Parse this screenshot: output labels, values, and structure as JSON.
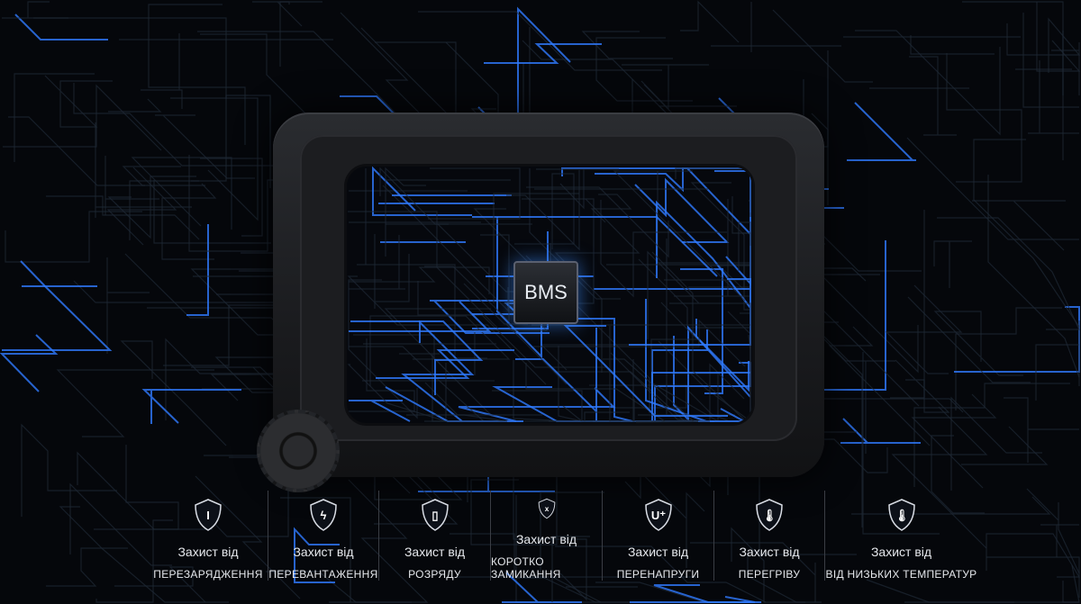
{
  "chip_label": "BMS",
  "features": [
    {
      "icon": "shield-overcharge-icon",
      "glyph": "I",
      "line1": "Захист від",
      "line2": "перезарядження"
    },
    {
      "icon": "shield-lightning-icon",
      "glyph": "ϟ",
      "line1": "Захист від",
      "line2": "перевантаження"
    },
    {
      "icon": "shield-battery-icon",
      "glyph": "▯",
      "line1": "Захист від",
      "line2": "розряду"
    },
    {
      "icon": "shield-short-circuit-icon",
      "glyph": "x",
      "line1": "Захист від",
      "line2": "коротко замикання"
    },
    {
      "icon": "shield-overvoltage-icon",
      "glyph": "U⁺",
      "line1": "Захист від",
      "line2": "перенапруги"
    },
    {
      "icon": "shield-thermometer-hot-icon",
      "glyph": "🌡",
      "line1": "Захист від",
      "line2": "перегріву"
    },
    {
      "icon": "shield-thermometer-cold-icon",
      "glyph": "🌡",
      "line1": "Захист від",
      "line2": "від низьких температур"
    }
  ],
  "colors": {
    "accent": "#2f7bff",
    "background": "#05070b"
  }
}
